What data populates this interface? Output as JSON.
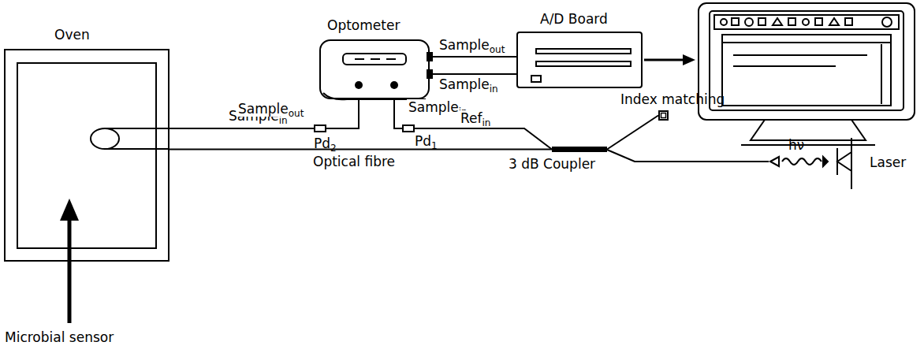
{
  "diagram": {
    "nodes": [
      {
        "text": [
          "Oven"
        ]
      },
      {
        "text": [
          "Optometer"
        ]
      },
      {
        "text": [
          "A/D Board"
        ]
      },
      {
        "text": [
          "Pd2"
        ]
      },
      {
        "text": [
          "Pd1"
        ]
      },
      {
        "text": [
          "3 dB Coupler"
        ]
      },
      {
        "text": [
          "Index matching"
        ]
      },
      {
        "text": [
          "Laser"
        ]
      }
    ],
    "edges": [
      {
        "from": 0,
        "to": 3,
        "label": "Samplein",
        "arrow": "none"
      },
      {
        "from": 0,
        "to": 5,
        "label": "Optical fibre",
        "arrow": "none"
      },
      {
        "from": 3,
        "to": 1,
        "label": "Sampleout",
        "arrow": "none"
      },
      {
        "from": 4,
        "to": 1,
        "label": "Samplein",
        "arrow": "none"
      },
      {
        "from": 4,
        "to": 5,
        "label": "Refin",
        "arrow": "none"
      },
      {
        "from": 1,
        "to": 2,
        "label": "Sampleout",
        "arrow": "none"
      },
      {
        "from": 1,
        "to": 2,
        "label": "Samplein",
        "arrow": "none"
      },
      {
        "from": 5,
        "to": 6,
        "arrow": "none"
      },
      {
        "from": 5,
        "to": 7,
        "arrow": "none"
      }
    ],
    "labels": [
      "hν",
      "Microbial sensor"
    ]
  }
}
